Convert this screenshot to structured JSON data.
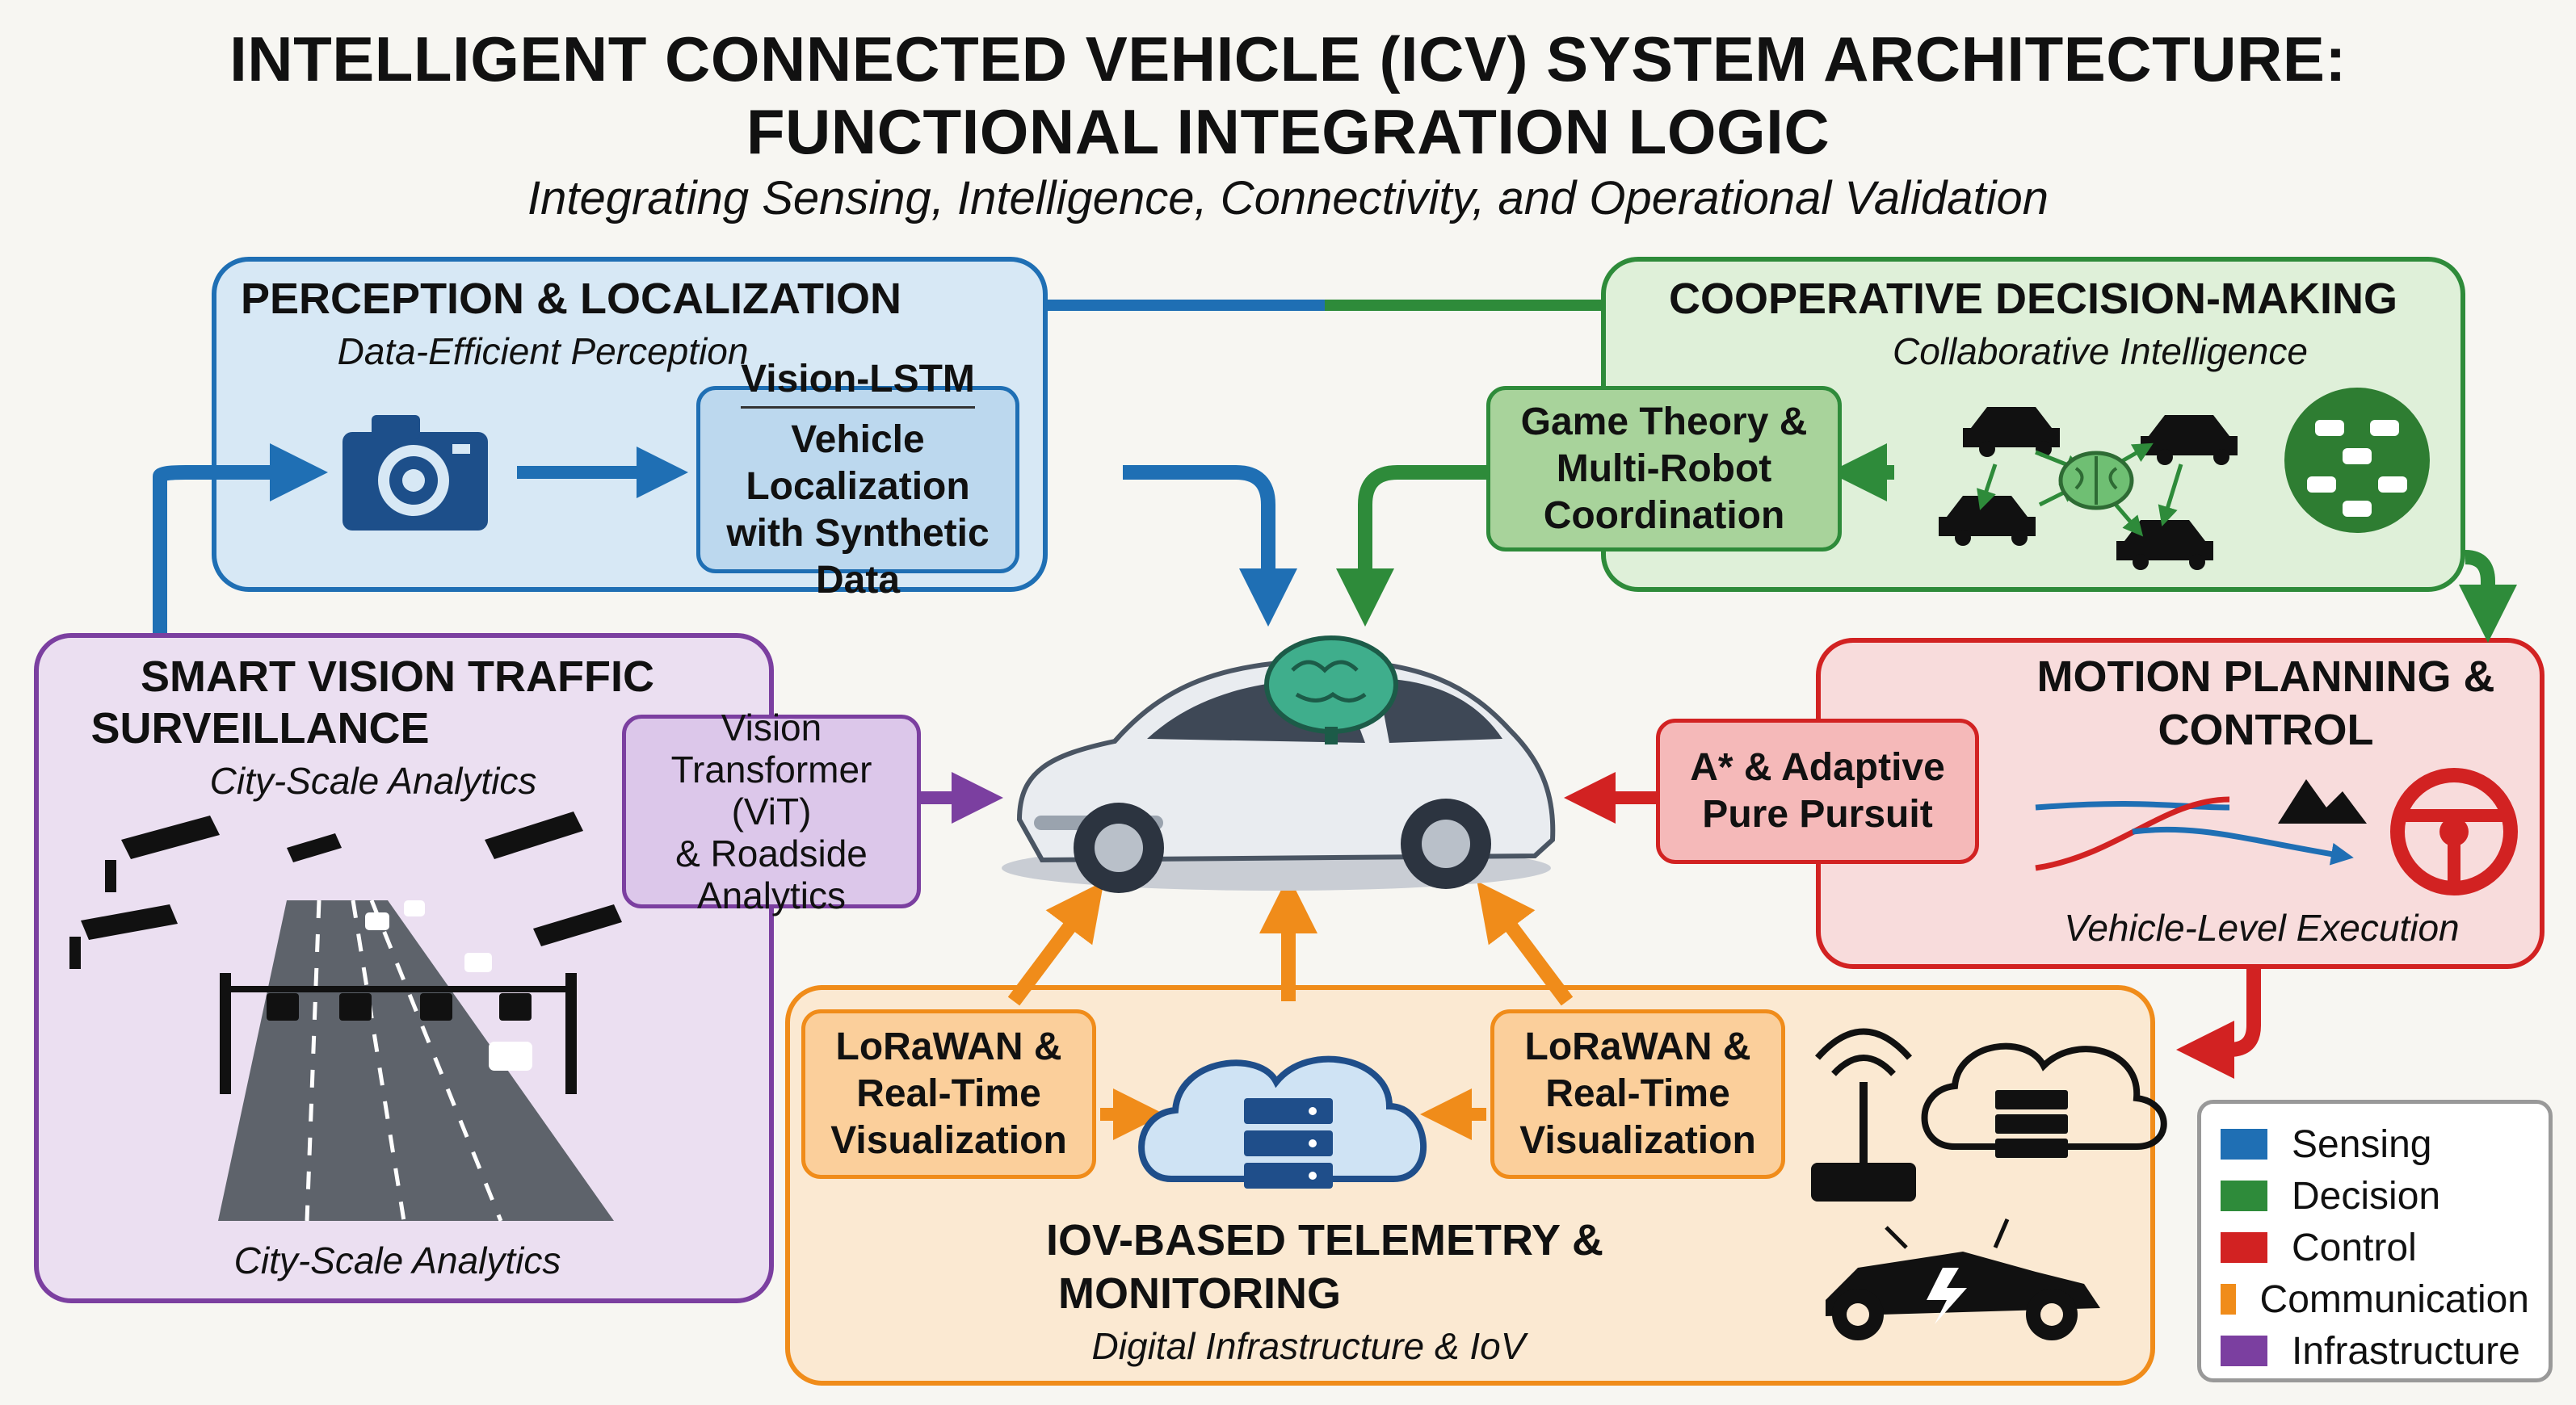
{
  "header": {
    "title_line1": "INTELLIGENT CONNECTED VEHICLE (ICV) SYSTEM ARCHITECTURE:",
    "title_line2": "FUNCTIONAL INTEGRATION LOGIC",
    "subtitle": "Integrating Sensing, Intelligence, Connectivity, and Operational Validation"
  },
  "colors": {
    "sensing": "#1f6fb4",
    "decision": "#2e8b3a",
    "control": "#d22222",
    "communication": "#f08c1a",
    "infrastructure": "#7b3fa0"
  },
  "perception": {
    "title": "PERCEPTION & LOCALIZATION",
    "subtitle": "Data-Efficient Perception",
    "box_title": "Vision-LSTM",
    "box_line1": "Vehicle Localization",
    "box_line2": "with Synthetic Data",
    "icon": "camera-icon"
  },
  "decision": {
    "title": "COOPERATIVE DECISION-MAKING",
    "subtitle": "Collaborative Intelligence",
    "box_line1": "Game Theory &",
    "box_line2": "Multi-Robot",
    "box_line3": "Coordination",
    "icons": [
      "car-network-icon",
      "brain-icon",
      "fleet-icon"
    ]
  },
  "surveillance": {
    "title_line1": "SMART VISION TRAFFIC",
    "title_line2": "SURVEILLANCE",
    "subtitle": "City-Scale Analytics",
    "footer": "City-Scale Analytics",
    "box_line1": "Vision",
    "box_line2": "Transformer (ViT)",
    "box_line3": "& Roadside",
    "box_line4": "Analytics"
  },
  "motion": {
    "title_line1": "MOTION PLANNING &",
    "title_line2": "CONTROL",
    "footer": "Vehicle-Level Execution",
    "box_line1": "A* & Adaptive",
    "box_line2": "Pure Pursuit",
    "icons": [
      "path-icon",
      "obstacle-icon",
      "steering-wheel-icon"
    ]
  },
  "telemetry": {
    "title_line1": "IOV-BASED TELEMETRY &",
    "title_line2": "MONITORING",
    "subtitle": "Digital Infrastructure & IoV",
    "left_box_line1": "LoRaWAN &",
    "left_box_line2": "Real-Time",
    "left_box_line3": "Visualization",
    "right_box_line1": "LoRaWAN &",
    "right_box_line2": "Real-Time",
    "right_box_line3": "Visualization",
    "icons": [
      "cloud-server-icon",
      "router-icon",
      "race-car-icon"
    ]
  },
  "legend": {
    "items": [
      {
        "label": "Sensing",
        "color": "#1f6fb4"
      },
      {
        "label": "Decision",
        "color": "#2e8b3a"
      },
      {
        "label": "Control",
        "color": "#d22222"
      },
      {
        "label": "Communication",
        "color": "#f08c1a"
      },
      {
        "label": "Infrastructure",
        "color": "#7b3fa0"
      }
    ]
  }
}
